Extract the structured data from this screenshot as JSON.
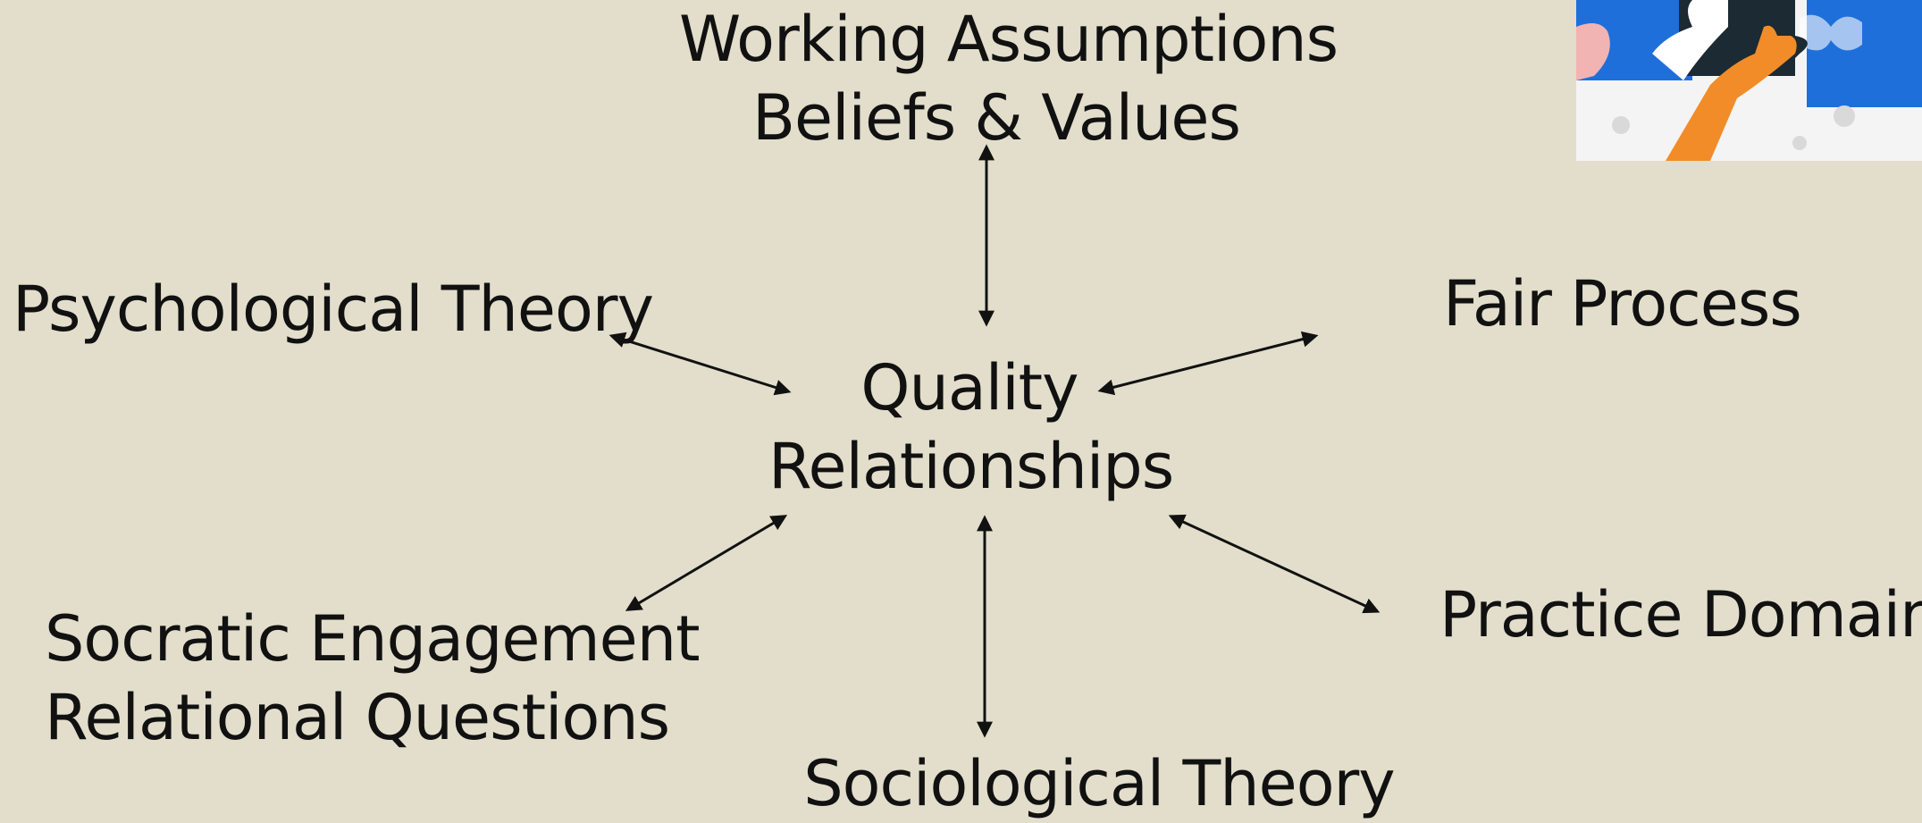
{
  "diagram": {
    "center": [
      "Quality",
      "Relationships"
    ],
    "top": [
      "Working Assumptions",
      "Beliefs & Values"
    ],
    "left": [
      "Psychological Theory"
    ],
    "right": [
      "Fair Process"
    ],
    "bottom_left": [
      "Socratic Engagement",
      "Relational Questions"
    ],
    "bottom_right": [
      "Practice Domains"
    ],
    "bottom": [
      "Sociological Theory"
    ]
  },
  "colors": {
    "background": "#e2decb",
    "text": "#111111",
    "illustration_blue": "#1e6fd9",
    "illustration_orange": "#f28c28"
  },
  "illustration": {
    "icon": "puzzle-hands-image"
  }
}
